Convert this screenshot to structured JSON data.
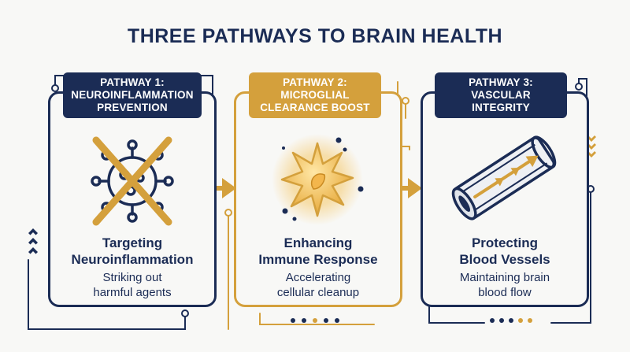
{
  "title": "THREE PATHWAYS TO BRAIN HEALTH",
  "colors": {
    "navy": "#1b2c55",
    "gold": "#d4a03c",
    "background": "#f8f8f6"
  },
  "pathways": [
    {
      "header_line1": "PATHWAY 1:",
      "header_line2": "NEUROINFLAMMATION",
      "header_line3": "PREVENTION",
      "heading_line1": "Targeting",
      "heading_line2": "Neuroinflammation",
      "sub_line1": "Striking out",
      "sub_line2": "harmful agents",
      "icon": "crossed-out-virus-icon"
    },
    {
      "header_line1": "PATHWAY 2:",
      "header_line2": "MICROGLIAL",
      "header_line3": "CLEARANCE BOOST",
      "heading_line1": "Enhancing",
      "heading_line2": "Immune Response",
      "sub_line1": "Accelerating",
      "sub_line2": "cellular cleanup",
      "icon": "glowing-microglia-icon"
    },
    {
      "header_line1": "PATHWAY 3:",
      "header_line2": "VASCULAR",
      "header_line3": "INTEGRITY",
      "heading_line1": "Protecting",
      "heading_line2": "Blood Vessels",
      "sub_line1": "Maintaining brain",
      "sub_line2": "blood flow",
      "icon": "blood-vessel-icon"
    }
  ]
}
